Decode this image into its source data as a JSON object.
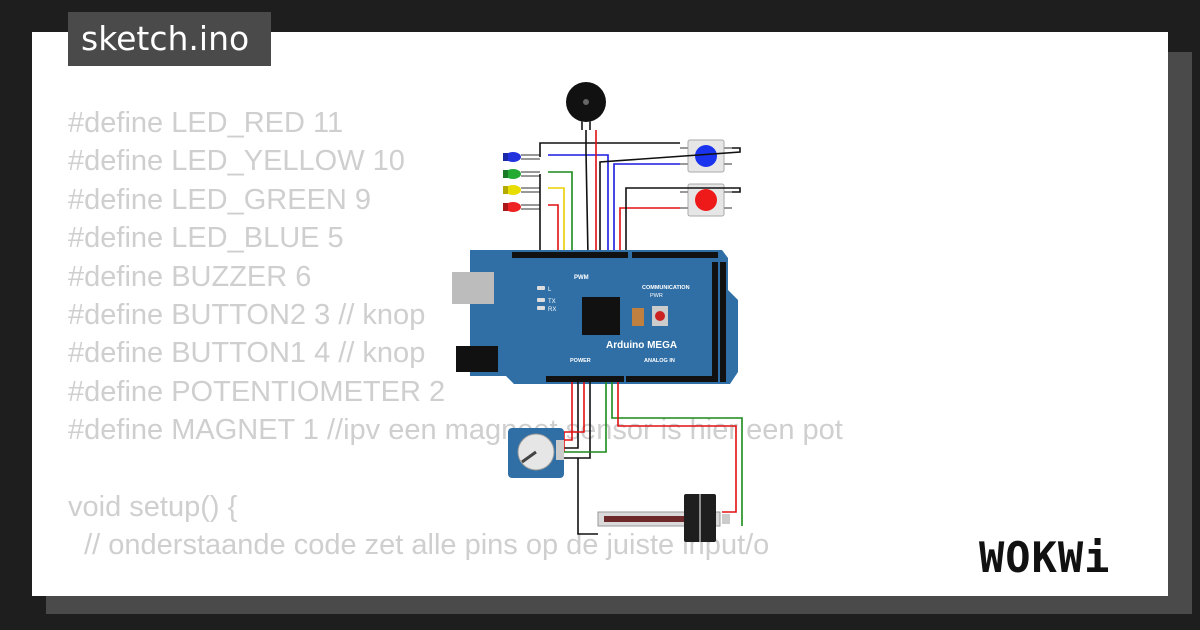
{
  "file_tab": {
    "label": "sketch.ino"
  },
  "code_lines": [
    "#define LED_RED 11",
    "#define LED_YELLOW 10",
    "#define LED_GREEN 9",
    "#define LED_BLUE 5",
    "#define BUZZER 6",
    "#define BUTTON2 3 // knop",
    "#define BUTTON1 4 // knop",
    "#define POTENTIOMETER 2",
    "#define MAGNET 1 //ipv een magneet sensor is hier een pot",
    "",
    "void setup() {",
    "  // onderstaande code zet alle pins op de juiste input/o"
  ],
  "board": {
    "name": "Arduino MEGA",
    "pwm_label": "PWM",
    "communication_label": "COMMUNICATION",
    "power_label": "POWER",
    "analog_label": "ANALOG IN",
    "pwr_label": "PWR",
    "led_l": "L",
    "led_tx": "TX",
    "led_rx": "RX"
  },
  "logo": {
    "text": "WOKWi"
  },
  "colors": {
    "background": "#1e1e1e",
    "card": "#ffffff",
    "tab": "#4a4a4a",
    "code_text": "#cfcfcf",
    "board": "#2f6fa6",
    "wire_red": "#e01010",
    "wire_blue": "#1a1ae0",
    "wire_green": "#1a8a1a",
    "wire_yellow": "#e8d000",
    "wire_black": "#111111"
  }
}
